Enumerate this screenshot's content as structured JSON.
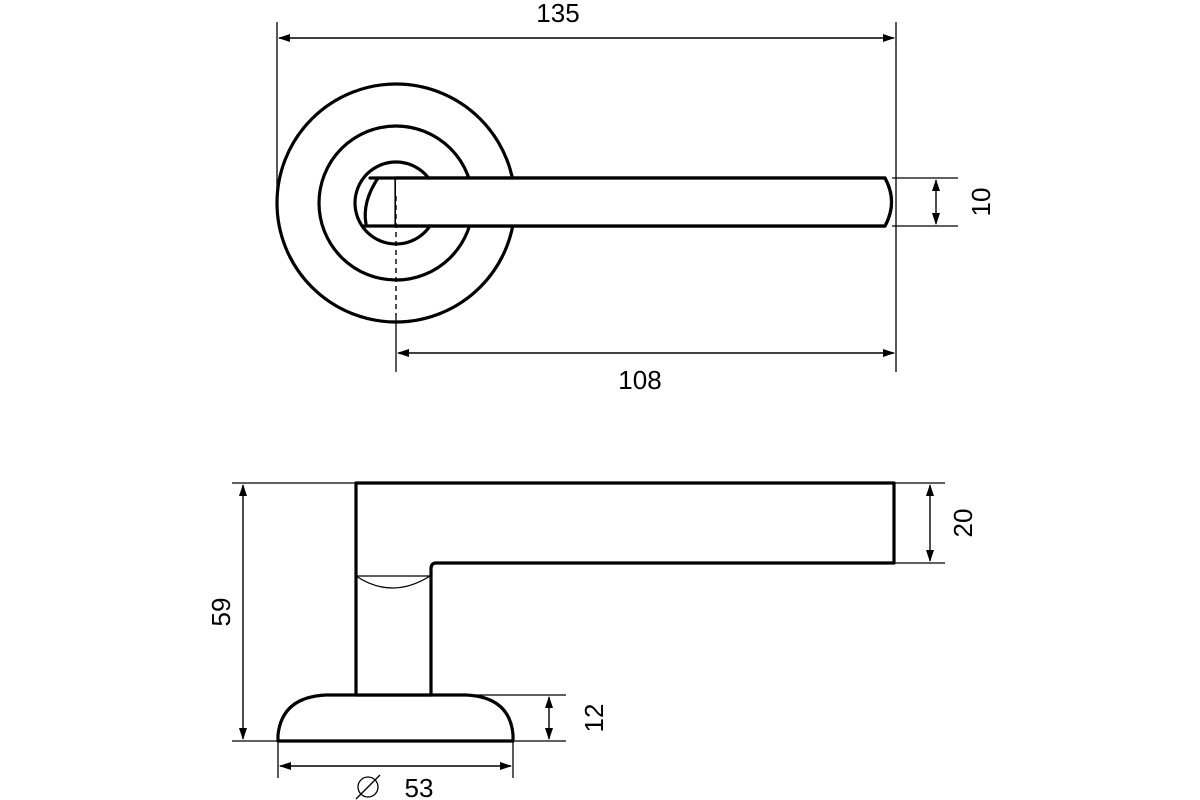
{
  "drawing": {
    "top_view": {
      "overall_length": "135",
      "lever_length": "108",
      "lever_thickness": "10"
    },
    "side_view": {
      "overall_height": "59",
      "lever_height": "20",
      "rosette_height": "12",
      "rosette_diameter_symbol": "⌀",
      "rosette_diameter": "53"
    },
    "colors": {
      "line": "#000000",
      "background": "#ffffff"
    }
  }
}
